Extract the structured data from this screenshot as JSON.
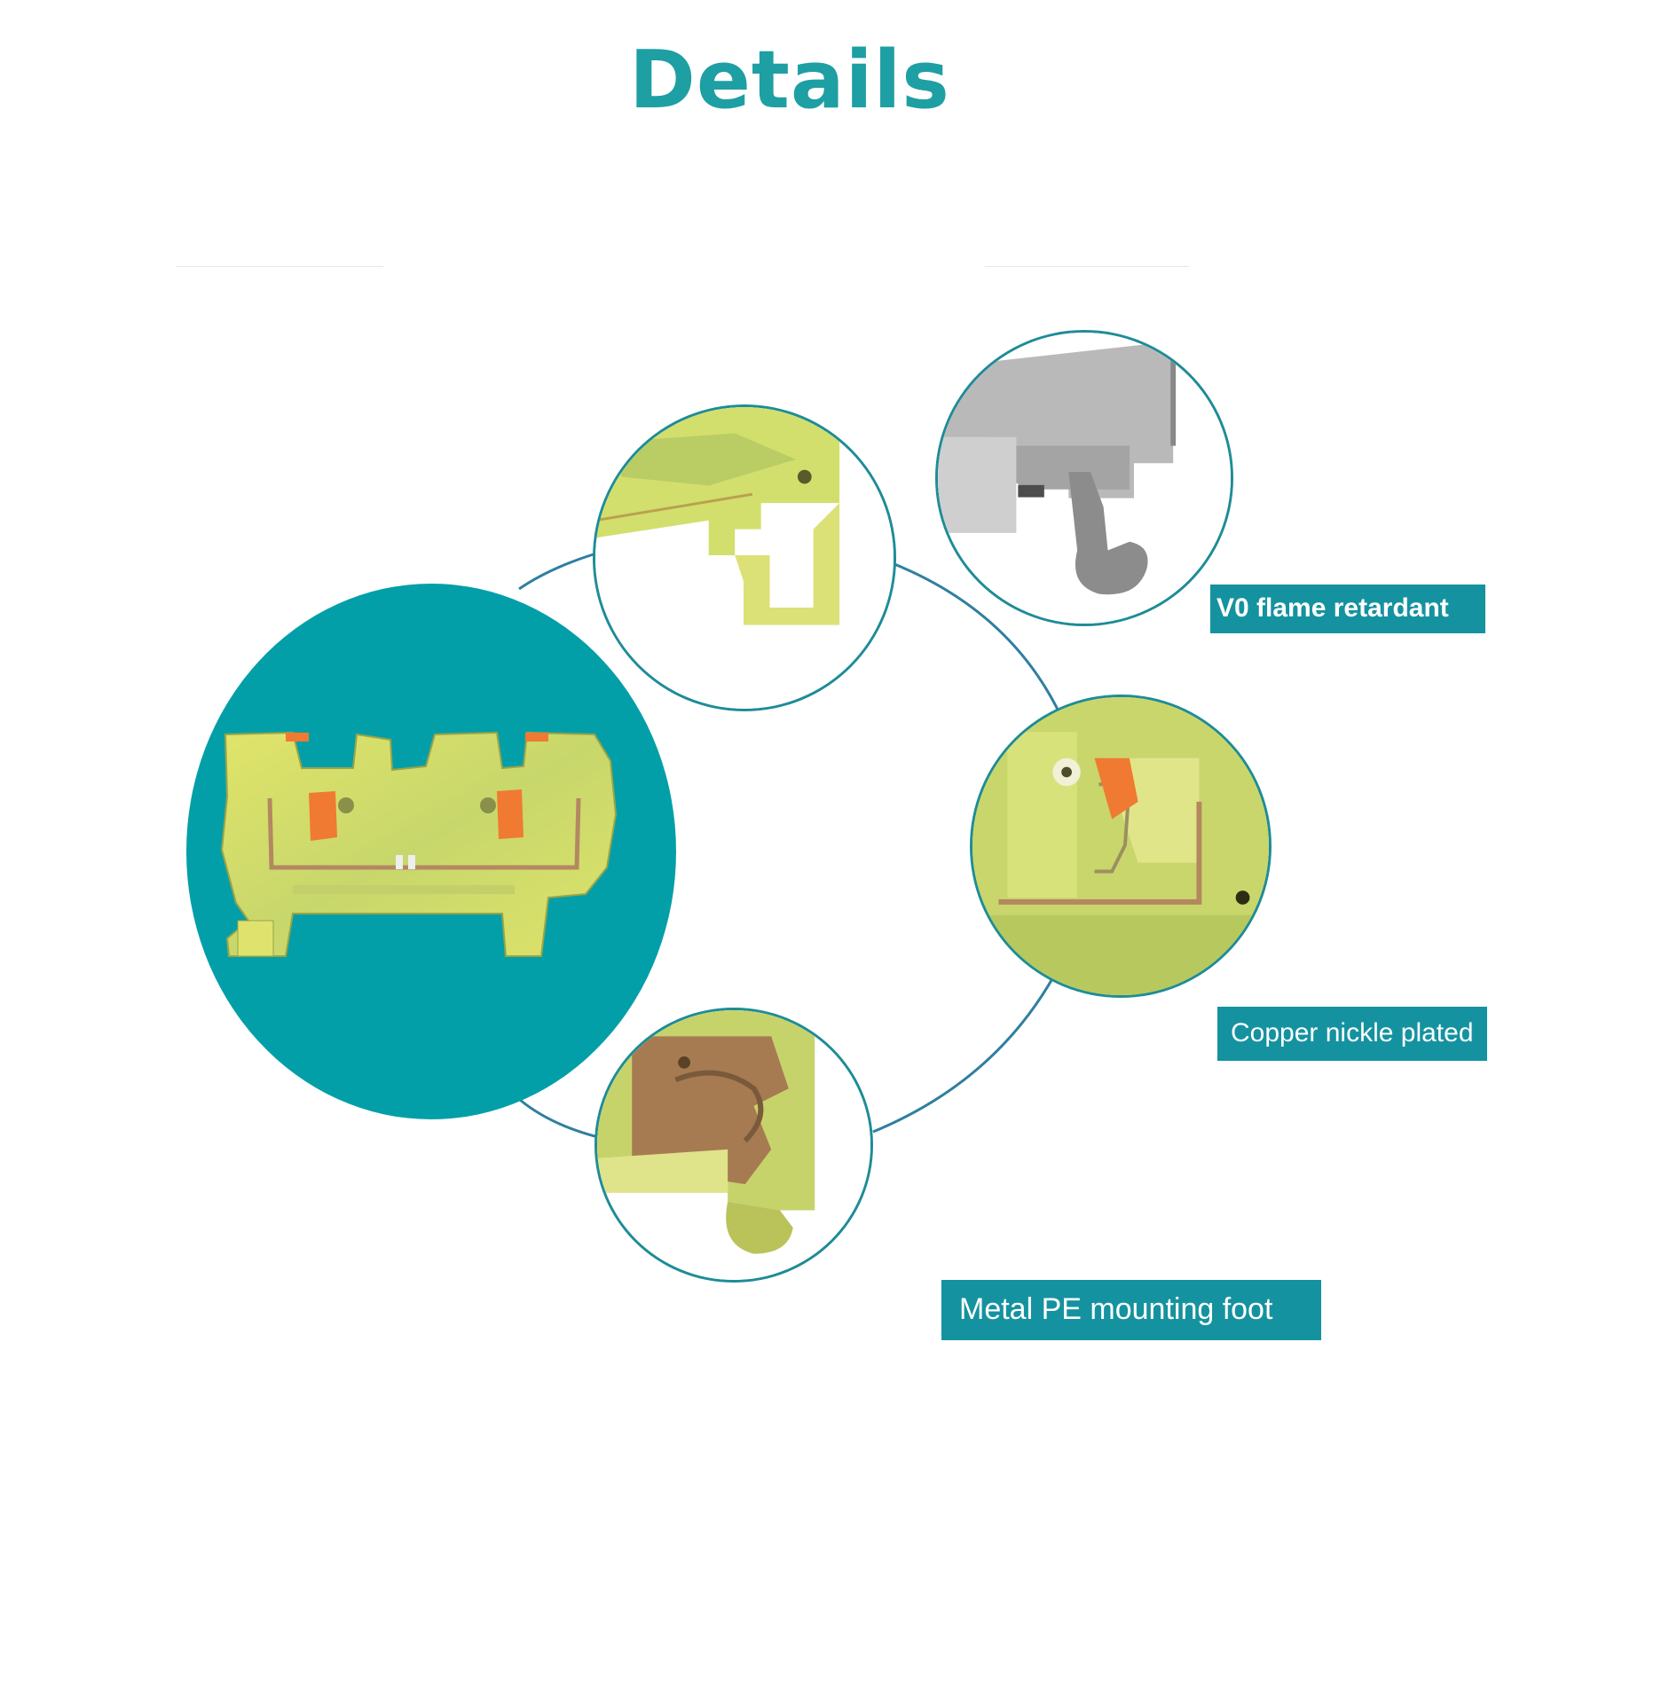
{
  "title": "Details",
  "labels": {
    "flame": "V0 flame retardant",
    "copper": "Copper nickle plated",
    "mount": "Metal PE mounting foot"
  },
  "colors": {
    "title": "#1e9fa3",
    "accent_circle": "#039fa8",
    "ring": "#1e8c97",
    "label_bg": "#1592a0",
    "label_text": "#ffffff",
    "terminal_body": "#d6df62",
    "terminal_grey": "#a9a9a9",
    "release_button": "#f07a32",
    "copper_bar": "#b98a5e"
  },
  "icons": {
    "main": "terminal-block-photo",
    "top": "mounting-foot-closeup",
    "flame": "grey-housing-closeup",
    "copper": "spring-clamp-closeup",
    "mount": "copper-foot-closeup"
  }
}
